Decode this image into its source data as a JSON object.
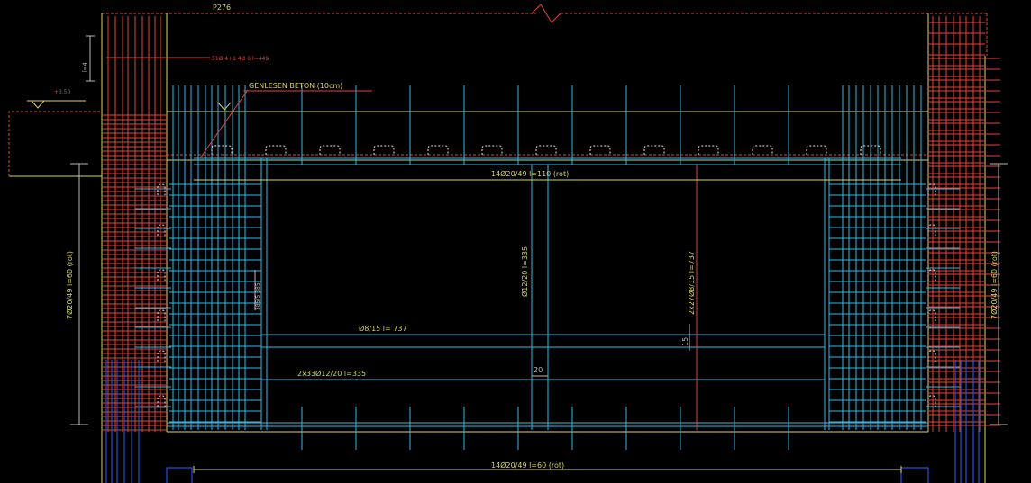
{
  "drawing": {
    "colors": {
      "background": "#000000",
      "concrete_outline": "#d6d26a",
      "rebar_blue": "#34b7e6",
      "rebar_red": "#e0443c",
      "dark_blue": "#2a4fd0",
      "dim_grey": "#b9b9b9"
    },
    "labels": {
      "top_ref": "P276",
      "top_note": "51Ø 4+1 4Ø 6  l=449",
      "left_dim": "l=4",
      "level": "+3.50",
      "genlesen": "GENLESEN BETON (10cm)",
      "top_bar": "14Ø20/49 l=110  (rot)",
      "bottom_bar": "14Ø20/49 l=60  (rot)",
      "left_vert": "7Ø20/49 l=60 (rot)",
      "right_vert": "7Ø20/49 l=60 (rot)",
      "mid_vert": "Ø12/20 l=335",
      "right_inner_vert": "2x27Ø8/15 l=737",
      "horiz_mid": "Ø8/15 l= 737",
      "horiz_low": "2x33Ø12/20 l=335",
      "dim_20": "20",
      "dim_15": "15",
      "small_vert": "385/5 385"
    }
  }
}
